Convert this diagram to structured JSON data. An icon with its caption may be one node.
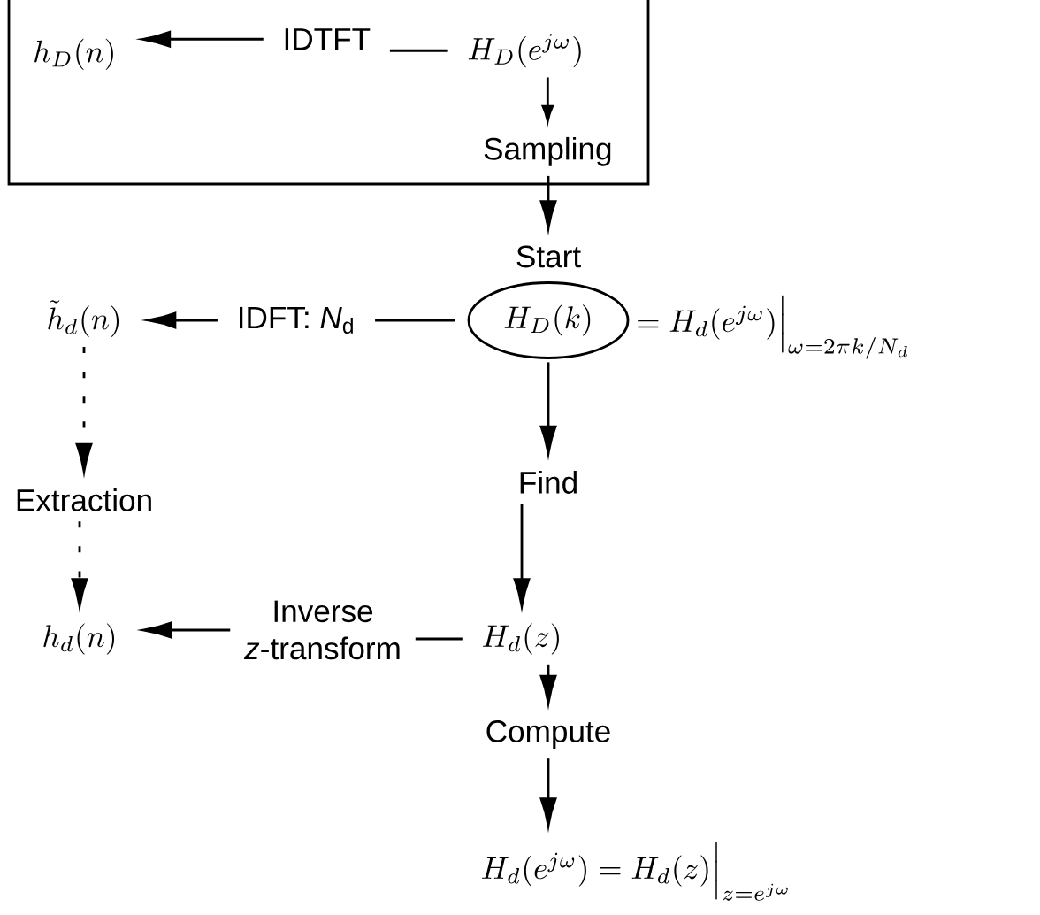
{
  "diagram": {
    "nodes": [
      {
        "text": [],
        "shape": "box"
      },
      {
        "text": [
          "h_D(n)"
        ],
        "in": 0
      },
      {
        "text": [
          "IDTFT"
        ],
        "in": 0
      },
      {
        "text": [
          "H_D(e^{j\\omega})"
        ],
        "in": 0
      },
      {
        "text": [
          "Sampling"
        ],
        "in": 0
      },
      {
        "text": [
          "Start"
        ]
      },
      {
        "text": [
          "\\tilde{h}_d(n)"
        ]
      },
      {
        "text": [
          "IDFT: *N*$_{d}$"
        ]
      },
      {
        "text": [
          "H_D(k)"
        ],
        "beside": [
          "=H_d(e^{j\\omega})\\Big|_{\\omega=2\\pi k/N_d}"
        ]
      },
      {
        "text": [
          "Extraction"
        ]
      },
      {
        "text": [
          "Find"
        ]
      },
      {
        "text": [
          "h_d(n)"
        ]
      },
      {
        "text": [
          "Inverse *z*-transform"
        ]
      },
      {
        "text": [
          "H_d(z)"
        ]
      },
      {
        "text": [
          "Compute"
        ]
      },
      {
        "text": [
          "H_d(e^{j\\omega})=H_d(z)\\Big|_{z=e^{j\\omega}}"
        ]
      }
    ],
    "edges": [
      {
        "from": 2,
        "to": 1,
        "arrow": "to"
      },
      {
        "from": 3,
        "to": 2,
        "arrow": "none"
      },
      {
        "from": 3,
        "to": 4,
        "arrow": "to"
      },
      {
        "from": 4,
        "to": 5,
        "arrow": "to"
      },
      {
        "from": 7,
        "to": 6,
        "arrow": "to"
      },
      {
        "from": 8,
        "to": 7,
        "arrow": "none"
      },
      {
        "from": 6,
        "to": 9,
        "arrow": "to",
        "style": "dashed"
      },
      {
        "from": 9,
        "to": 11,
        "arrow": "to",
        "style": "dashed"
      },
      {
        "from": 8,
        "to": 10,
        "arrow": "to"
      },
      {
        "from": 10,
        "to": 13,
        "arrow": "to"
      },
      {
        "from": 12,
        "to": 11,
        "arrow": "to"
      },
      {
        "from": 13,
        "to": 12,
        "arrow": "none"
      },
      {
        "from": 13,
        "to": 14,
        "arrow": "to"
      },
      {
        "from": 14,
        "to": 15,
        "arrow": "to"
      }
    ]
  }
}
